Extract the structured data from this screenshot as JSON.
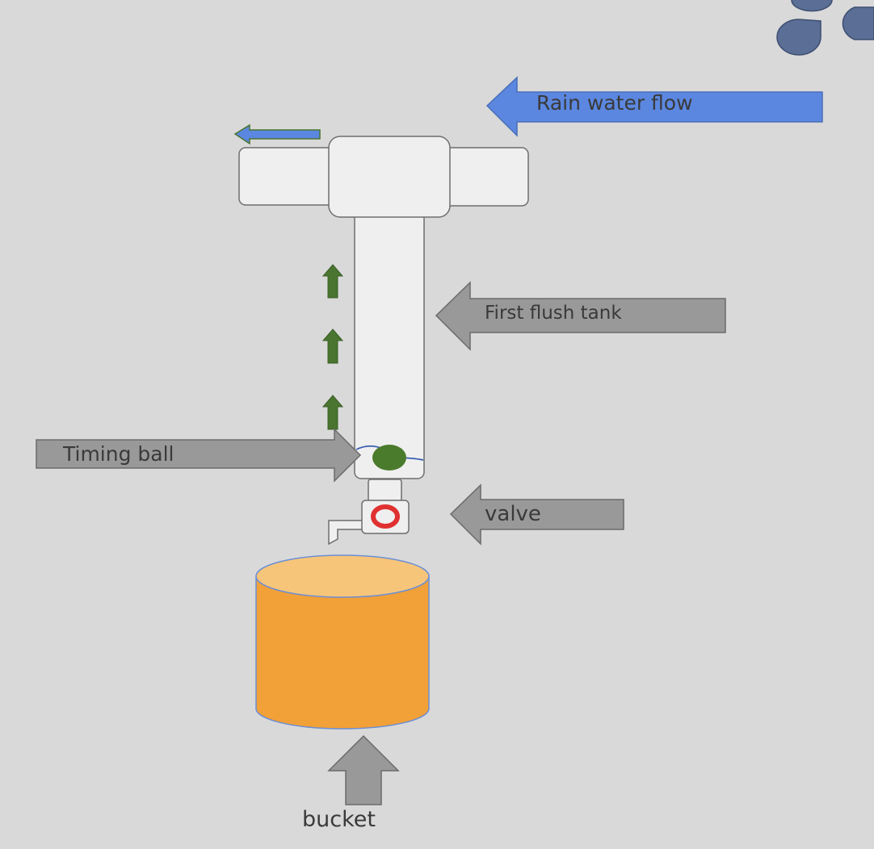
{
  "labels": {
    "rain_flow": "Rain water flow",
    "first_flush_tank": "First flush tank",
    "timing_ball": "Timing ball",
    "valve": "valve",
    "bucket": "bucket"
  },
  "colors": {
    "background": "#d9d9d9",
    "pipe_fill": "#efefef",
    "pipe_stroke": "#6e6e6e",
    "callout_arrow": "#999999",
    "callout_stroke": "#6a6a6a",
    "rain_arrow": "#5b87e0",
    "rain_arrow_stroke": "#4a6fb8",
    "flow_arrow_green": "#4a7530",
    "timing_ball": "#4a7a2c",
    "valve_ring": "#e03030",
    "bucket_body": "#f2a038",
    "bucket_top": "#f7c57a",
    "bucket_stroke": "#6b8fd6",
    "raindrop": "#5a6e96"
  },
  "icons": {
    "raindrops": "raindrop-icon",
    "flow_arrows": "arrow-up-icon"
  }
}
